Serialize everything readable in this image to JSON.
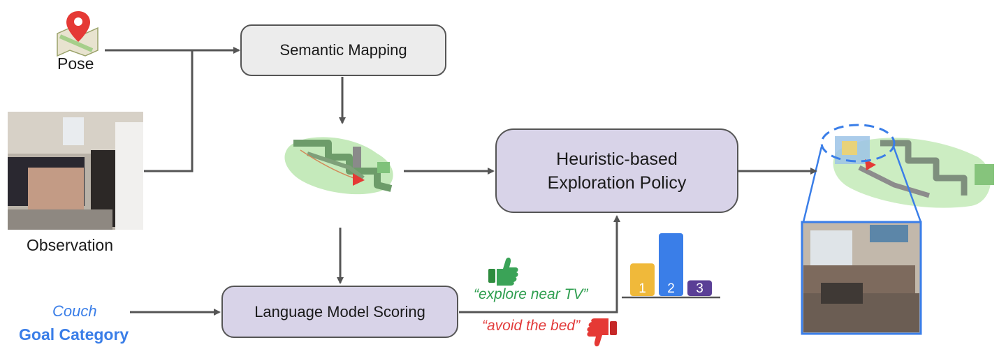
{
  "inputs": {
    "pose_label": "Pose",
    "observation_label": "Observation",
    "goal_value": "Couch",
    "goal_label": "Goal Category"
  },
  "modules": {
    "semantic_mapping": "Semantic Mapping",
    "exploration_policy_line1": "Heuristic-based",
    "exploration_policy_line2": "Exploration Policy",
    "lm_scoring": "Language Model Scoring"
  },
  "feedback": {
    "positive": "“explore near TV”",
    "negative": "“avoid the bed”"
  },
  "score_chart": {
    "bars": [
      {
        "label": "1",
        "value": 0.52,
        "color": "#f0b93a"
      },
      {
        "label": "2",
        "value": 1.0,
        "color": "#3a7ee8"
      },
      {
        "label": "3",
        "value": 0.25,
        "color": "#5a3f96"
      }
    ]
  },
  "colors": {
    "arrow": "#555555",
    "goal_blue": "#3a7ee8",
    "positive_green": "#2e9e4f",
    "negative_red": "#e23b3b",
    "module_purple": "#d8d3e8",
    "module_gray": "#ececec"
  },
  "icons": [
    "map-pin-icon",
    "thumbs-up-icon",
    "thumbs-down-icon"
  ]
}
